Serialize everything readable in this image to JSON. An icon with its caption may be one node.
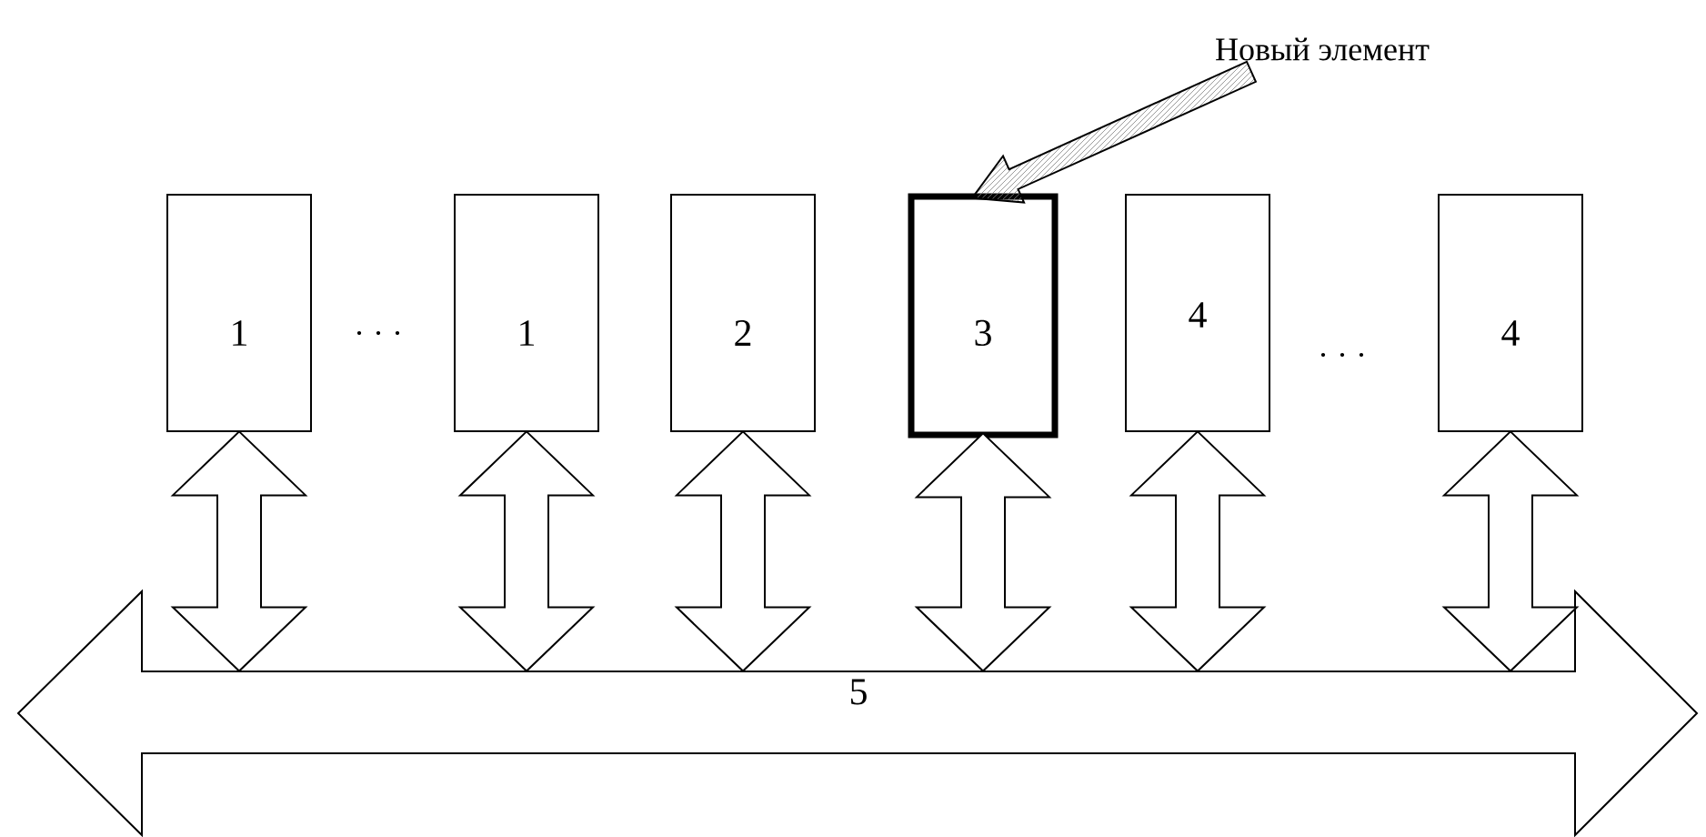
{
  "diagram": {
    "nodes": [
      {
        "text": [
          "1"
        ]
      },
      {
        "text": [
          "1"
        ]
      },
      {
        "text": [
          "2"
        ]
      },
      {
        "text": [
          "3"
        ]
      },
      {
        "text": [
          "4"
        ]
      },
      {
        "text": [
          "4"
        ]
      },
      {
        "text": [
          "5"
        ]
      },
      {
        "text": [
          "Новый элемент"
        ]
      }
    ],
    "edges": [
      {
        "from": 0,
        "to": 6,
        "arrow": "both"
      },
      {
        "from": 1,
        "to": 6,
        "arrow": "both"
      },
      {
        "from": 2,
        "to": 6,
        "arrow": "both"
      },
      {
        "from": 3,
        "to": 6,
        "arrow": "both"
      },
      {
        "from": 4,
        "to": 6,
        "arrow": "both"
      },
      {
        "from": 5,
        "to": 6,
        "arrow": "both"
      },
      {
        "from": 7,
        "to": 3,
        "arrow": "to"
      }
    ],
    "labels": [
      ". . .",
      ". . ."
    ]
  }
}
